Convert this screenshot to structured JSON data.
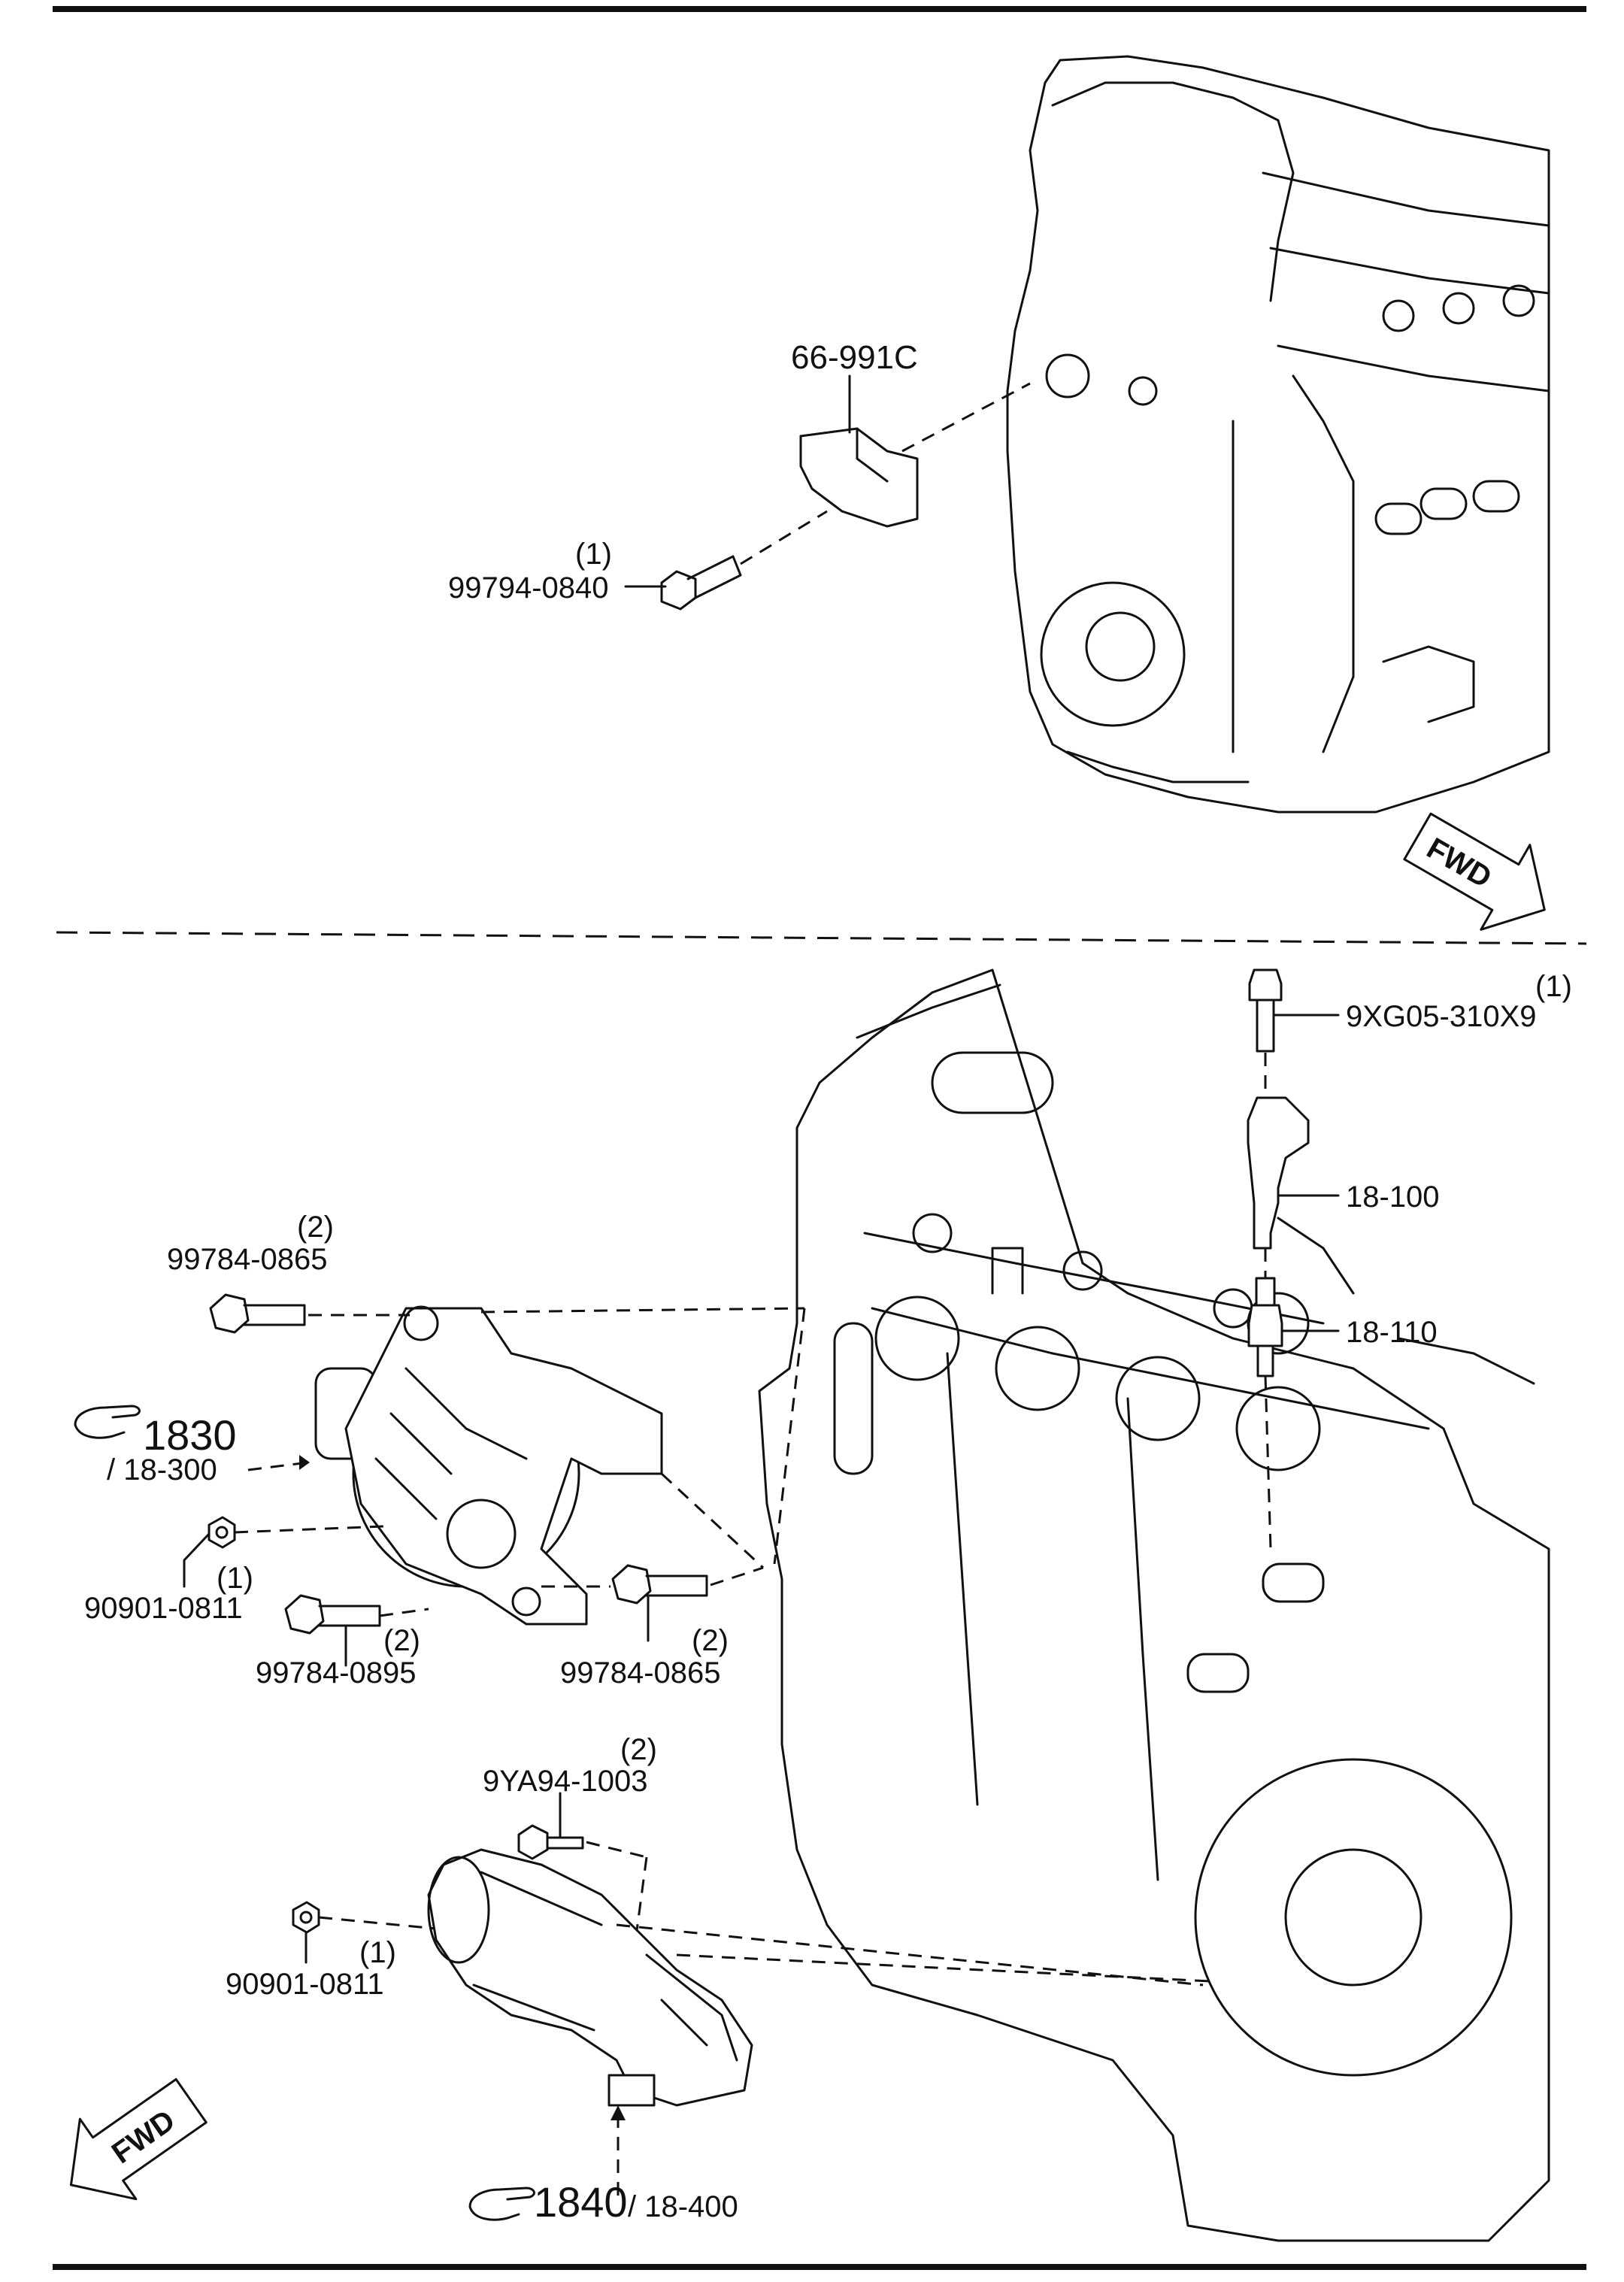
{
  "diagram": {
    "parts": {
      "sensor_bracket": "66-991C",
      "sensor_bolt": "99794-0840",
      "sensor_bolt_qty": "(1)",
      "coil_bolt": "9XG05-310X9",
      "coil_bolt_qty": "(1)",
      "ignition_coil": "18-100",
      "spark_plug": "18-110",
      "alt_bolt_top": "99784-0865",
      "alt_bolt_top_qty": "(2)",
      "alt_ref_num": "1830",
      "alt_ref_part": "/ 18-300",
      "alt_nut": "90901-0811",
      "alt_nut_qty": "(1)",
      "alt_bolt_bottom": "99784-0895",
      "alt_bolt_bottom_qty": "(2)",
      "alt_bolt_right": "99784-0865",
      "alt_bolt_right_qty": "(2)",
      "starter_bolt": "9YA94-1003",
      "starter_bolt_qty": "(2)",
      "starter_nut": "90901-0811",
      "starter_nut_qty": "(1)",
      "starter_ref_num": "1840",
      "starter_ref_part": "/ 18-400"
    },
    "fwd_top": "FWD",
    "fwd_bottom": "FWD",
    "icons": [
      "pointing-hand-icon",
      "fwd-arrow-icon"
    ]
  }
}
